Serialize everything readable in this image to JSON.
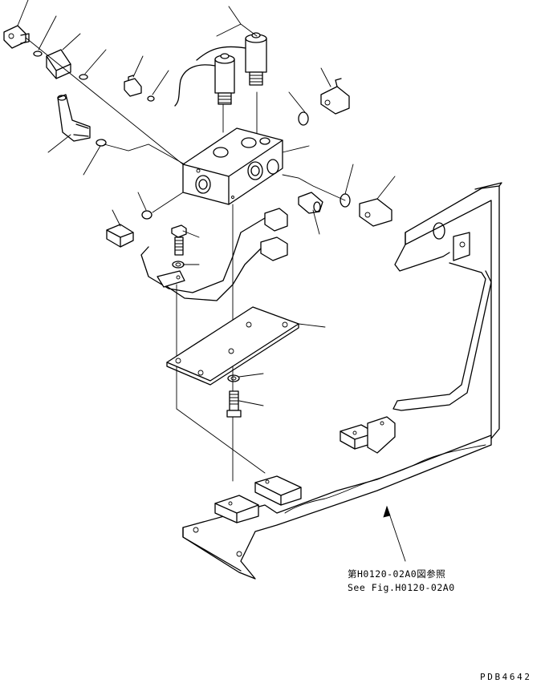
{
  "reference_note": {
    "line_ja": "第H0120-02A0図参照",
    "line_en": "See Fig.H0120-02A0"
  },
  "drawing_id": "PDB4642"
}
